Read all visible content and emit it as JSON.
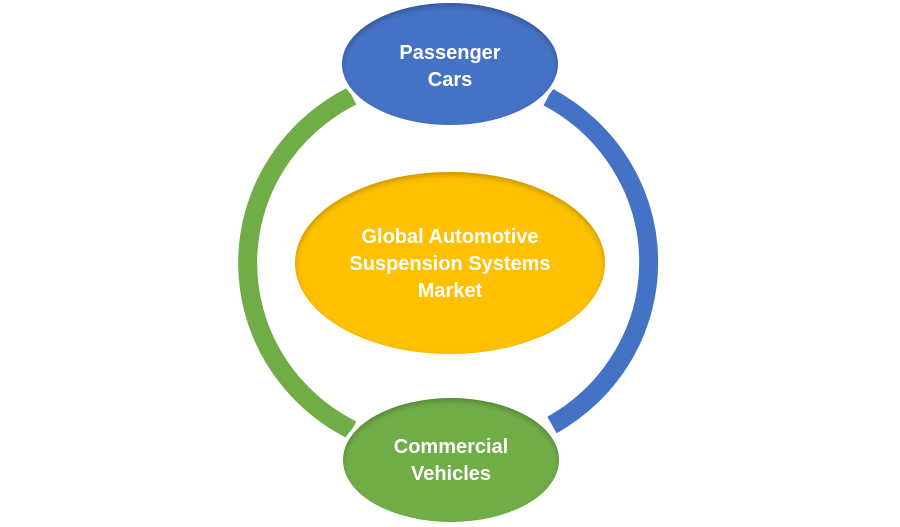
{
  "diagram": {
    "type": "cycle",
    "center": {
      "lines": [
        "Global Automotive",
        "Suspension Systems",
        "Market"
      ],
      "color": "#FFC000"
    },
    "nodes": [
      {
        "id": "passenger-cars",
        "lines": [
          "Passenger",
          "Cars"
        ],
        "color": "#4472C4"
      },
      {
        "id": "commercial-vehicles",
        "lines": [
          "Commercial",
          "Vehicles"
        ],
        "color": "#70AD47"
      }
    ],
    "connectors": [
      {
        "from": "passenger-cars",
        "to": "commercial-vehicles",
        "side": "right",
        "color": "#4472C4"
      },
      {
        "from": "commercial-vehicles",
        "to": "passenger-cars",
        "side": "left",
        "color": "#70AD47"
      }
    ]
  }
}
